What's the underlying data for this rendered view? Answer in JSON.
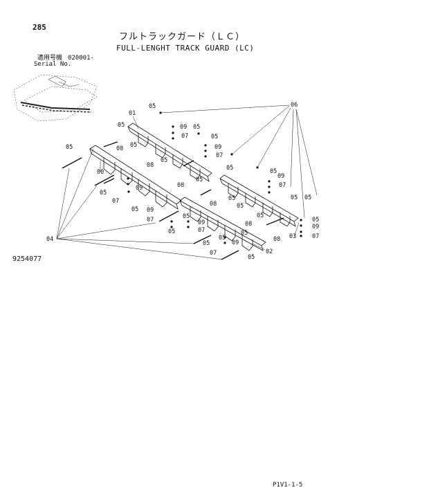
{
  "header": {
    "page_number": "285",
    "title_jp": "フルトラックガード（ＬＣ）",
    "title_en": "FULL-LENGHT TRACK GUARD (LC)",
    "serial_label_jp": "適用号機",
    "serial_value": "020001-",
    "serial_label_en": "Serial No."
  },
  "figure": {
    "figure_number": "9254077",
    "part_callouts": [
      "00",
      "01",
      "02",
      "03",
      "04",
      "05",
      "06",
      "07",
      "08",
      "09"
    ]
  },
  "footer": {
    "page_ref": "P1V1-1-5"
  }
}
